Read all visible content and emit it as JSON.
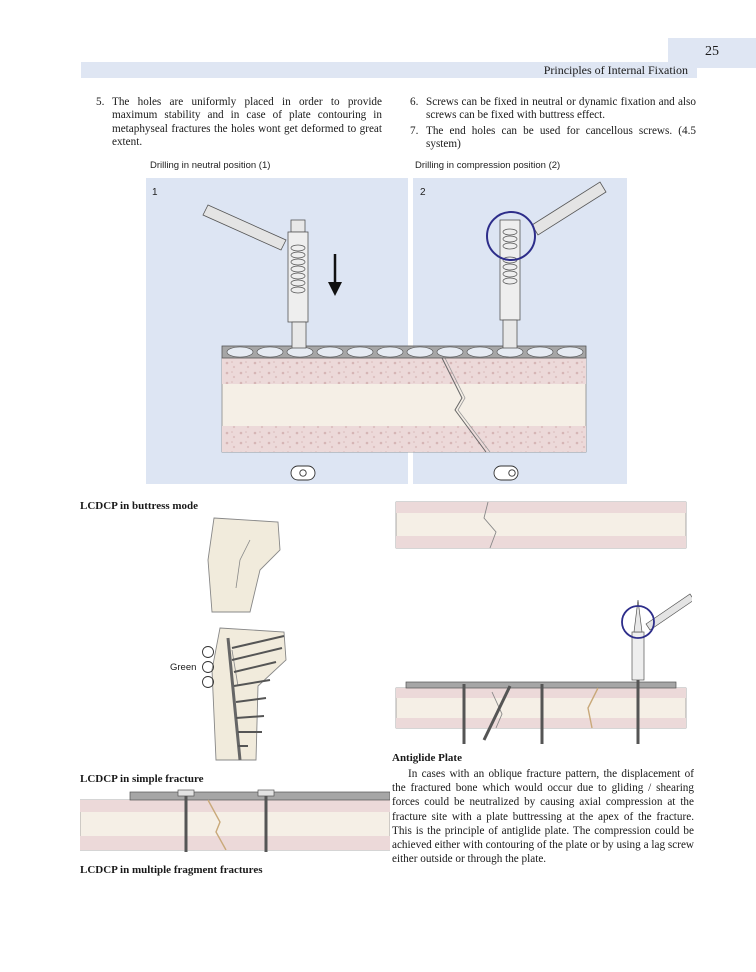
{
  "header": {
    "page_number": "25",
    "running_title": "Principles of Internal Fixation"
  },
  "list_items": [
    {
      "number": "5.",
      "text": "The holes are uniformly placed in order to provide maximum stability and in case of plate contouring in metaphyseal fractures the holes wont get deformed to great extent."
    },
    {
      "number": "6.",
      "text": "Screws can be fixed in neutral or dynamic fixation and also screws can be fixed with buttress effect."
    },
    {
      "number": "7.",
      "text": "The end holes can be used for cancellous screws. (4.5 system)"
    }
  ],
  "figure_top": {
    "caption_left": "Drilling in neutral position (1)",
    "caption_right": "Drilling in compression position (2)",
    "panel_left_label": "1",
    "panel_right_label": "2",
    "panel_bg": "#dde5f3"
  },
  "sections": {
    "buttress_heading": "LCDCP in buttress mode",
    "simple_heading": "LCDCP in simple fracture",
    "multiple_heading": "LCDCP in multiple fragment fractures",
    "green_label": "Green",
    "antiglide_heading": "Antiglide Plate",
    "antiglide_text": "In cases with an oblique fracture pattern, the displacement of the fractured bone which would occur due to gliding / shearing forces could be neutralized by causing axial compression at the fracture site with a plate buttressing at the apex of the fracture. This is the principle of antiglide plate. The compression could be achieved either with contouring of the plate or by using a lag screw either outside or through the plate."
  },
  "colors": {
    "accent_band": "#dfe6f3",
    "bone_cortex": "#e8d3d3",
    "bone_marrow": "#f5efe6",
    "circle_highlight": "#2d2d8a",
    "plate": "#9a9a9a",
    "fracture_line": "#c9a97a"
  }
}
